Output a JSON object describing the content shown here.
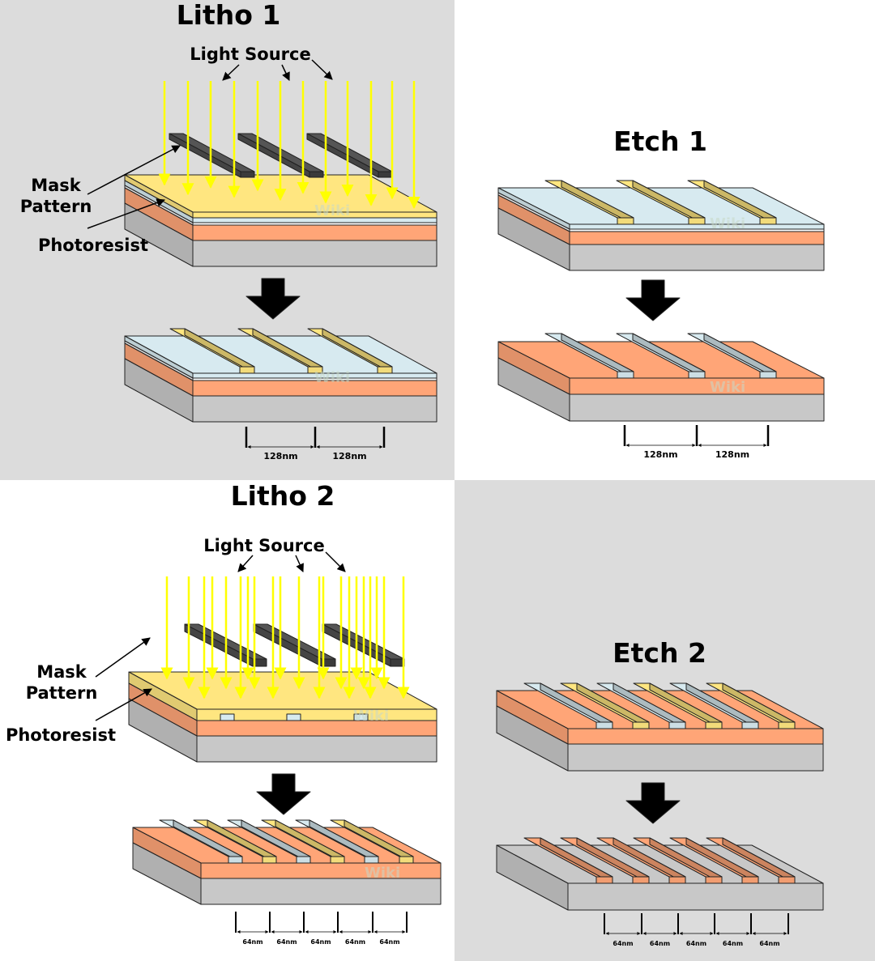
{
  "panels": {
    "litho1": {
      "title": "Litho 1",
      "light_source": "Light Source",
      "mask_pattern_line1": "Mask",
      "mask_pattern_line2": "Pattern",
      "photoresist": "Photoresist",
      "dims": [
        "128nm",
        "128nm"
      ]
    },
    "etch1": {
      "title": "Etch 1",
      "dims": [
        "128nm",
        "128nm"
      ]
    },
    "litho2": {
      "title": "Litho 2",
      "light_source": "Light Source",
      "mask_pattern_line1": "Mask",
      "mask_pattern_line2": "Pattern",
      "photoresist": "Photoresist",
      "dims": [
        "64nm",
        "64nm",
        "64nm",
        "64nm",
        "64nm"
      ]
    },
    "etch2": {
      "title": "Etch 2",
      "dims": [
        "64nm",
        "64nm",
        "64nm",
        "64nm",
        "64nm"
      ]
    }
  },
  "watermark": "Wiki",
  "colors": {
    "background_gray": "#dcdcdc",
    "photoresist": "#ffe680",
    "hardmask": "#d7eaf0",
    "oxide": "#ffa577",
    "substrate": "#c8c8c8",
    "mask": "#555555",
    "light": "#ffff00",
    "arrow": "#000000"
  }
}
